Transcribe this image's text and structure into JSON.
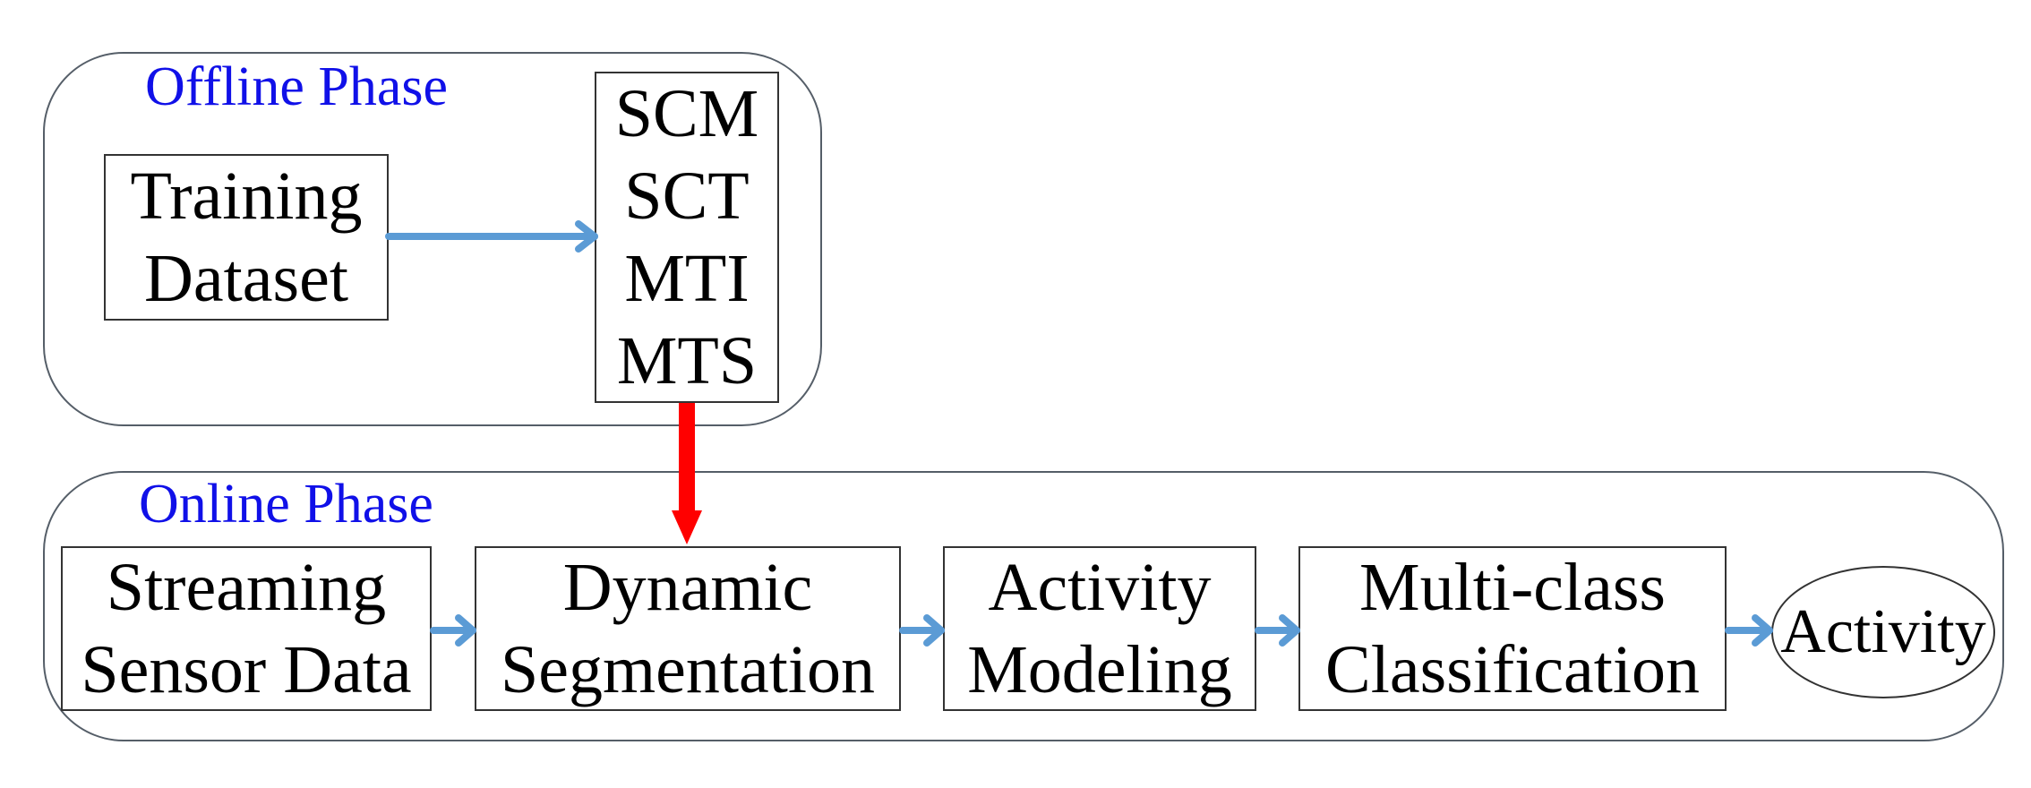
{
  "colors": {
    "phase_title": "#1010e8",
    "phase_border": "#555e68",
    "flow_arrow": "#5b9bd5",
    "model_arrow": "#ff0000"
  },
  "offline": {
    "title": "Offline Phase",
    "training": {
      "line1": "Training",
      "line2": "Dataset"
    },
    "models": [
      "SCM",
      "SCT",
      "MTI",
      "MTS"
    ]
  },
  "online": {
    "title": "Online Phase",
    "streaming": {
      "line1": "Streaming",
      "line2": "Sensor Data"
    },
    "dynamic": {
      "line1": "Dynamic",
      "line2": "Segmentation"
    },
    "activity_modeling": {
      "line1": "Activity",
      "line2": "Modeling"
    },
    "multiclass": {
      "line1": "Multi-class",
      "line2": "Classification"
    },
    "output": "Activity"
  }
}
